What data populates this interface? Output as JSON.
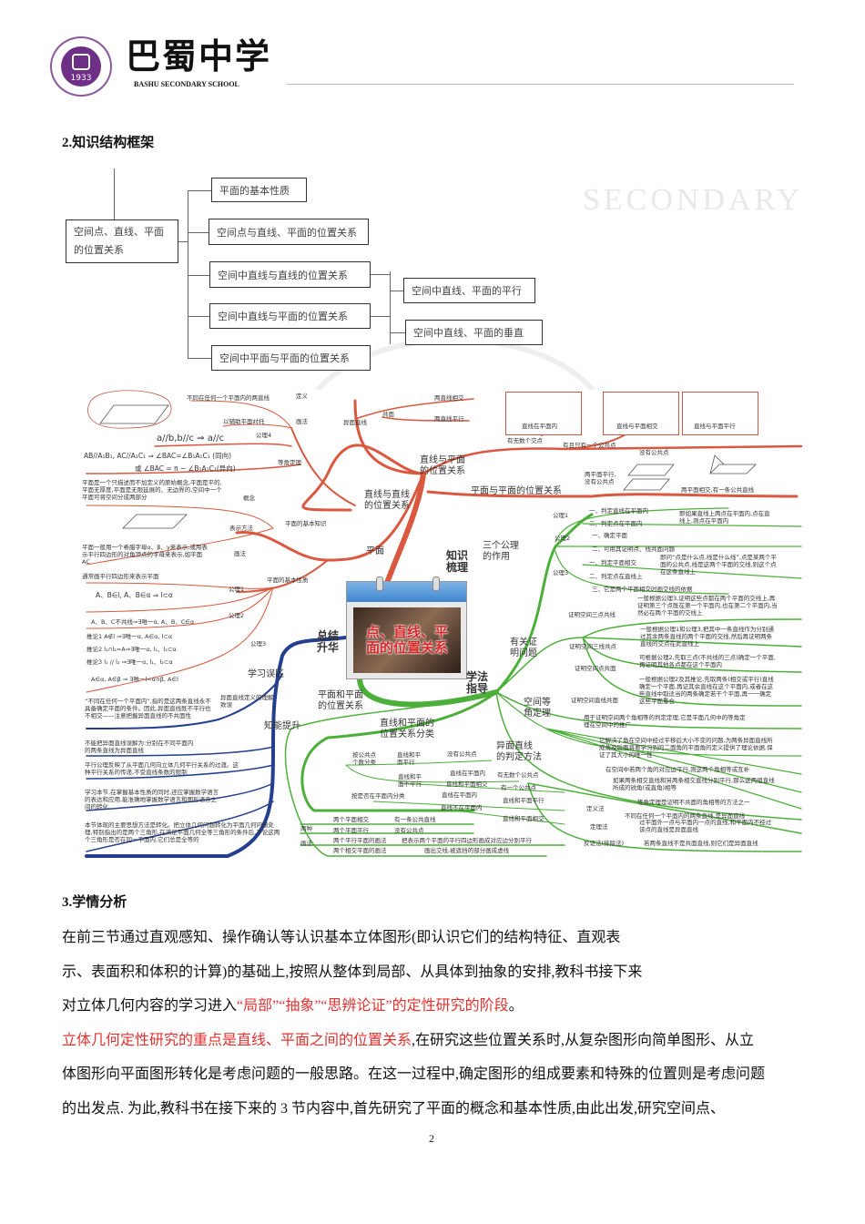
{
  "header": {
    "logo_year": "1933",
    "school_name_cn": "巴蜀中学",
    "school_name_en": "BASHU SECONDARY SCHOOL"
  },
  "section2": {
    "title": "2.知识结构框架",
    "root": "空间点、直线、平面的位置关系",
    "level1": [
      "平面的基本性质",
      "空间点与直线、平面的位置关系",
      "空间中直线与直线的位置关系",
      "空间中直线与平面的位置关系",
      "空间中平面与平面的位置关系"
    ],
    "level2": [
      "空间中直线、平面的平行",
      "空间中直线、平面的垂直"
    ],
    "watermark": "SECONDARY"
  },
  "mindmap": {
    "colors": {
      "knowledge": "#d9583f",
      "method": "#4caf3a",
      "summary": "#243f8f"
    },
    "center_title": "点、直线、平面的位置关系",
    "labels": [
      "不同在任何一个平面内的两直线",
      "定义",
      "以辅助平面衬托",
      "画法",
      "a//b,b//c ⇒ a//c",
      "公理4",
      "AB//A₁B₁, AC//A₁C₁ ⇒ ∠BAC=∠B₁A₁C₁ (同向)",
      "或 ∠BAC = π − ∠B₁A₁C₁(异向)",
      "等角定理",
      "平面是一个只描述而不加定义的原始概念,平面是平的,平面无厚度,平面是无限延展的、无边界的,空间中一个平面可将空间分成两部分",
      "概念",
      "平面的基本知识",
      "表示方法",
      "画法",
      "平面一般用一个希腊字母α、β、γ来表示,或用表示平行四边形的对角顶点的字母来表示,如平面AC",
      "通常画平行四边形来表示平面",
      "平面的基本性质",
      "公理1",
      "A、B∈l, A、B∈α ⇒ l⊂α",
      "公理2",
      "A、B、C不共线⇒∃唯一α, A、B、C∈α",
      "推论1  A∉l ⇒∃唯一α, A∈α, l⊂α",
      "推论2  l₁∩l₂=A⇒∃唯一α, l₁、l₂⊂α",
      "推论3  l₁ // l₂ ⇒∃唯一α, l₁、l₂⊂α",
      "公理3",
      "A∈α, A∈β ⇒ ∃唯一l=α∩β, A∈l",
      "学习误区",
      "异面直线定义的理解致误",
      "“不同在任何一个平面内”,指的是这两条直线永不具备确定平面的条件。因此,异面直线既不平行也不相交——注意把握异面直线的不共面性",
      "知能提升",
      "不能把异面直线误解为:分别在不同平面内的两条直线为异面直线",
      "平行公理反映了从平面几何向立体几何平行关系的过渡。这种平行关系的传递,不受直线条数的限制",
      "学习本节,在掌握基本性质的同时,还应掌握数学语言的表达和应用,能准确地掌握数学语言和图形语言之间的转化",
      "本节体现的主要思想方法是转化。把立体几何问题转化为平面几何问题处理,特别指出的是两个三角形,在满足平面几何全等三角形的条件后,不论这两个三角形是否在同一平面内,它们总是全等的",
      "总结\n升华",
      "两直线相交",
      "共面",
      "两直线平行",
      "异面直线",
      "直线与平面\n的位置关系",
      "直线与直线\n的位置关系",
      "平面与平面的位置关系",
      "平面",
      "知识\n梳理",
      "学法\n指导",
      "三个公理\n的作用",
      "有关证\n明问题",
      "空间等\n角定理",
      "平面和平面\n的位置关系",
      "直线和平面的\n位置关系分类",
      "异面直线\n的判定方法",
      "直线在平面内",
      "直线与平面相交",
      "直线与平面平行",
      "有无数个交点",
      "有且只有一个公共点",
      "没有公共点",
      "两平面平行,\n没有公共点",
      "两平面相交,有一条公共直线",
      "公理1",
      "一、判定直线在平面内",
      "二、判定点在平面内",
      "即如果直线上两点在平面内,点在直线上,则点在平面内",
      "公理2",
      "一、确定平面",
      "二、可用其证明点、线共面问题",
      "公理3",
      "一、判定平面相交",
      "二、判定点在直线上",
      "三、它是两个平面相交时画交线的依据",
      "即问“点是什么点,线是什么线”,点是某两个平面的公共点,线是这两个平面的交线,则这个点在这条直线上",
      "证明空间三点共线",
      "一般根据公理3,证明这些点都在两个平面的交线上,再证明第三个点既在第一个平面内,也在第二个平面内,当然必在两个平面的交线上",
      "证明空间三线共点",
      "一般根据公理1和公理3,把其中一条直线作为分别通过其余两条直线的两个平面的交线,然后再证明两条直线的交点在此直线上",
      "证明空间点共面",
      "可根据公理2,先取三点(不共线的三点)确定一个平面,再证明其他各点都在这个平面内",
      "证明空间直线共面",
      "一般根据公理2及其推论,先取两条(相交或平行)直线确定一个平面,再证其余直线在这个平面内,或者在这些直线中取适当的两条确定若干个平面,再一一确定这些平面重合",
      "用于证明空间两个角相等的判定定理,它是平面几何中的等角定理在空间中的推广",
      "它解决了角在空间中经过平移后大小不变的问题,为两条异面直线所成角及后面将要学习到的二面角的平面角的定义提供了理论依据,保证了其大小的唯一性",
      "在空间中若两个角的对应边平行,则这两个角相等或互补",
      "如果两条相交直线和另两条相交直线分别平行,那么这两组直线所成的锐角(或直角)相等",
      "等角定理是证明不共面的角相等的方法之一",
      "定义法",
      "不同在任何一个平面内的两条直线,是异面直线",
      "定理法",
      "过平面外一点与平面内一点的直线,和平面内不经过该点的直线是异面直线",
      "反证法(排除法)",
      "若两条直线不是共面直线,则它们是异面直线",
      "按公共点\n个数分类",
      "直线和平\n面平行",
      "没有公共点",
      "直线和平\n面不平行",
      "直线在平面内",
      "有无数个公共点",
      "直线和平面相交",
      "有一个公共点",
      "按是否在平面内分类",
      "直线在平面内",
      "直线不在平面内",
      "直线和平面平行",
      "直线和平面相交",
      "两个平面相交",
      "有一条公共直线",
      "两种",
      "两个平面平行",
      "没有公共点",
      "画法",
      "两个平行平面的画法",
      "把表示两个平面的平行四边形画成对应边分别平行",
      "两个相交平面的画法",
      "画出交线,被遮挡的部分画成虚线"
    ]
  },
  "section3": {
    "title": "3.学情分析",
    "lines": [
      {
        "parts": [
          {
            "t": "在前三节通过直观感知、操作确认等认识基本立体图形(即认识它们的结构特征、直观表",
            "red": false
          }
        ]
      },
      {
        "parts": [
          {
            "t": "示、表面积和体积的计算)的基础上,按照从整体到局部、从具体到抽象的安排,教科书接下来",
            "red": false
          }
        ]
      },
      {
        "parts": [
          {
            "t": "对立体几何内容的学习进入",
            "red": false
          },
          {
            "t": "“局部”“抽象”“思辨论证”的定性研究的阶段",
            "red": true
          },
          {
            "t": "。",
            "red": false
          }
        ]
      },
      {
        "parts": [
          {
            "t": "立体几何定性研究的重点是直线、平面之间的位置关系",
            "red": true
          },
          {
            "t": ",在研究这些位置关系时,从复杂图形向简单图形、从立",
            "red": false
          }
        ]
      },
      {
        "parts": [
          {
            "t": "体图形向平面图形转化是考虑问题的一般思路。在这一过程中,确定图形的组成要素和特殊的位置则是考虑问题",
            "red": false
          }
        ]
      },
      {
        "parts": [
          {
            "t": "的出发点. 为此,教科书在接下来的 3 节内容中,首先研究了平面的概念和基本性质,由此出发,研究空间点、",
            "red": false
          }
        ]
      }
    ]
  },
  "footer": {
    "page_number": "2"
  }
}
